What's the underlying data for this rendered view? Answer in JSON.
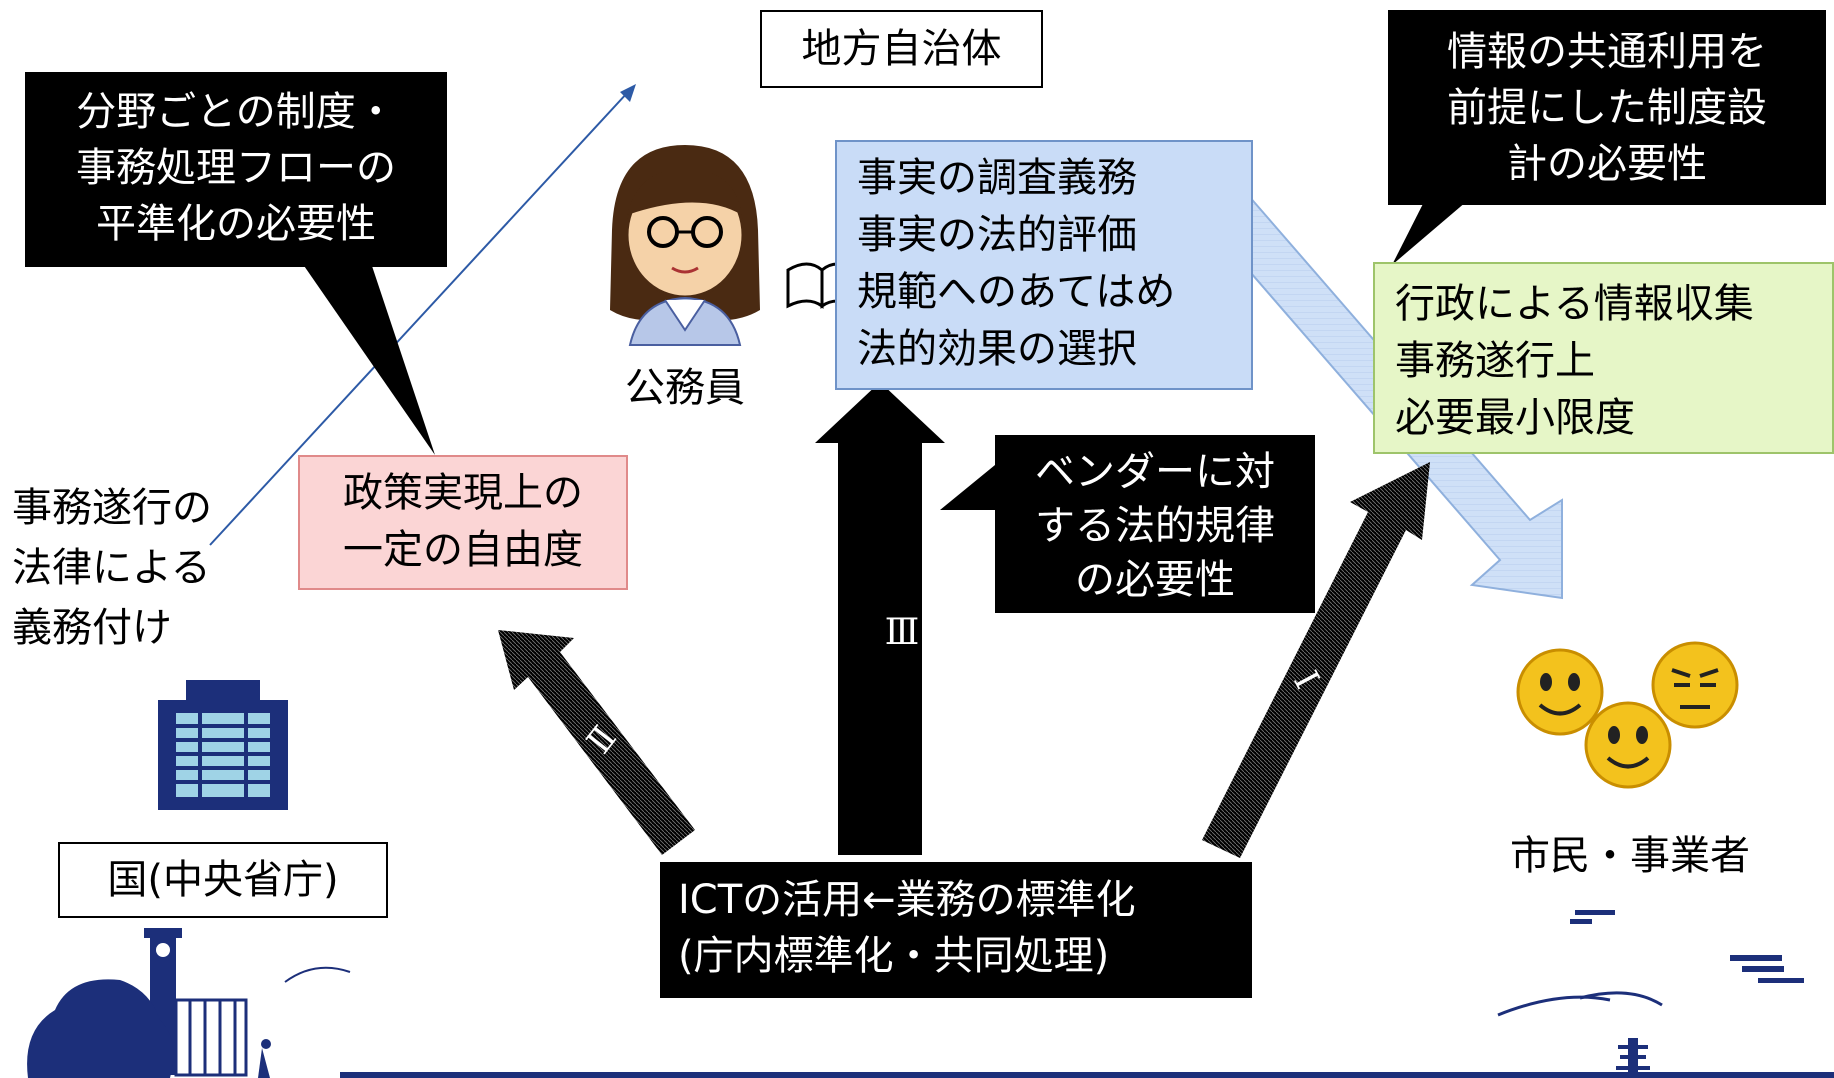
{
  "labels": {
    "local_gov": "地方自治体",
    "callout_standardization": "分野ごとの制度・\n事務処理フローの\n平準化の必要性",
    "callout_info_sharing": "情報の共通利用を\n前提にした制度設\n計の必要性",
    "official_role": "公務員",
    "official_tasks": "事実の調査義務\n事実の法的評価\n規範へのあてはめ\n法的効果の選択",
    "info_collection": "行政による情報収集\n事務遂行上\n必要最小限度",
    "freedom": "政策実現上の\n一定の自由度",
    "vendor_callout": "ベンダーに対\nする法的規律\nの必要性",
    "obligation": "事務遂行の\n法律による\n義務付け",
    "national_gov": "国(中央省庁)",
    "citizens": "市民・事業者",
    "ict": "ICTの活用←業務の標準化\n(庁内標準化・共同処理)",
    "arrow_1": "Ⅰ",
    "arrow_2": "Ⅱ",
    "arrow_3": "Ⅲ"
  },
  "colors": {
    "pink_box": "#fbd5d5",
    "blue_box": "#c9dcf7",
    "green_box": "#e6f6c7",
    "navy": "#1c2f7a",
    "face_yellow": "#f3c21d"
  },
  "icons": {
    "official": "female-official-icon",
    "book": "open-book-icon",
    "building": "office-building-icon",
    "citizens": "smiley-faces-icon"
  }
}
